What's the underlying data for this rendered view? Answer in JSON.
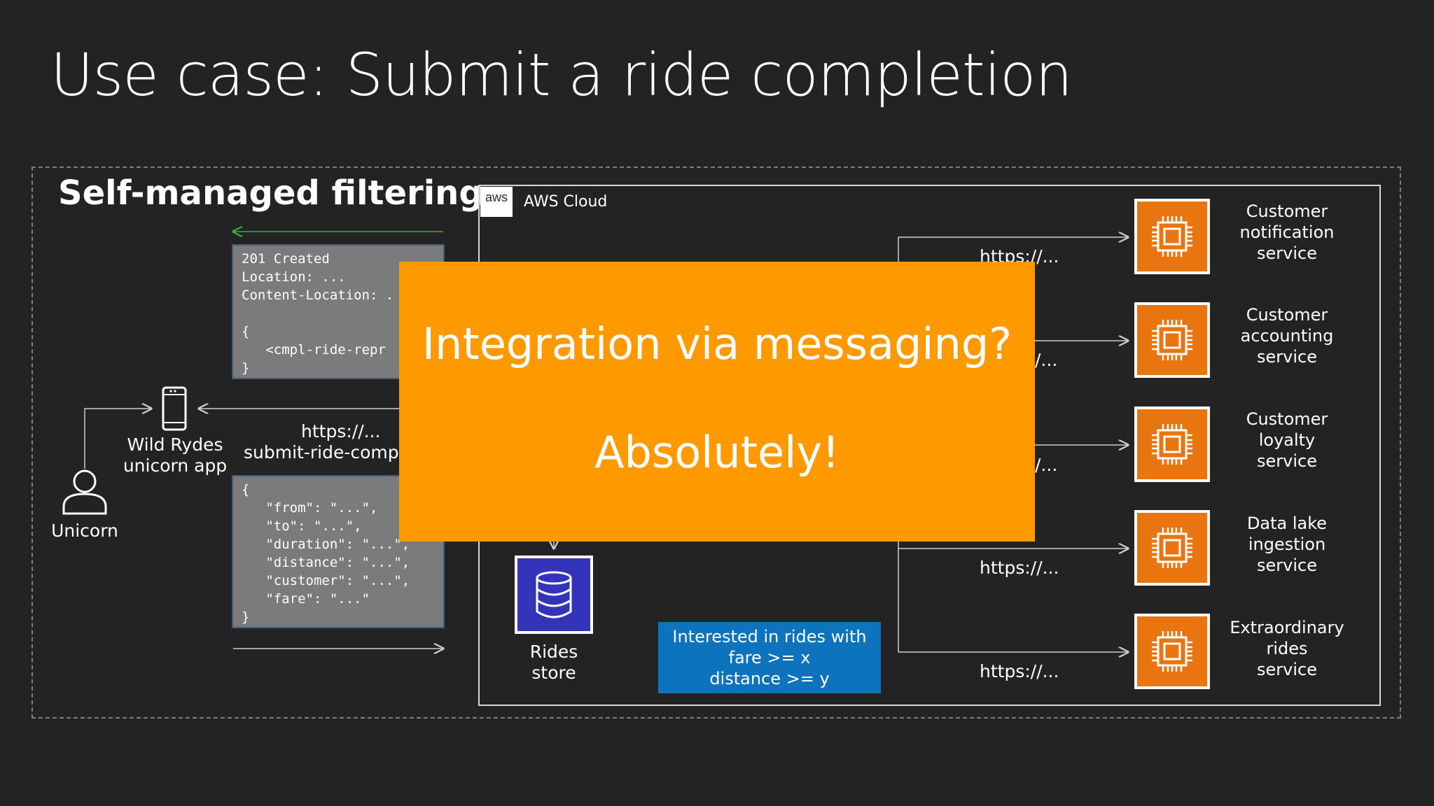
{
  "slide": {
    "title": "Use case: Submit a ride completion",
    "section_title": "Self-managed filtering"
  },
  "aws": {
    "logo_text": "aws",
    "cloud_label": "AWS Cloud"
  },
  "actor": {
    "label": "Unicorn"
  },
  "app": {
    "label_line1": "Wild Rydes",
    "label_line2": "unicorn app"
  },
  "request": {
    "url": "https://...",
    "endpoint": "submit-ride-comple"
  },
  "response_code": {
    "lines": [
      "201 Created",
      "Location: ...",
      "Content-Location: .",
      "",
      "{",
      "   <cmpl-ride-repr",
      "}"
    ]
  },
  "request_code": {
    "lines": [
      "{",
      "   \"from\": \"...\",",
      "   \"to\": \"...\",",
      "   \"duration\": \"...\",",
      "   \"distance\": \"...\",",
      "   \"customer\": \"...\",",
      "   \"fare\": \"...\"",
      "}"
    ]
  },
  "rides_store": {
    "label_line1": "Rides",
    "label_line2": "store"
  },
  "filter": {
    "line1": "Interested in rides with",
    "line2": "fare >= x",
    "line3": "distance >= y"
  },
  "services": [
    {
      "line1": "Customer",
      "line2": "notification",
      "line3": "service",
      "url": "https://..."
    },
    {
      "line1": "Customer",
      "line2": "accounting",
      "line3": "service",
      "url": "/..."
    },
    {
      "line1": "Customer",
      "line2": "loyalty",
      "line3": "service",
      "url": "/..."
    },
    {
      "line1": "Data lake",
      "line2": "ingestion",
      "line3": "service",
      "url": "https://..."
    },
    {
      "line1": "Extraordinary",
      "line2": "rides",
      "line3": "service",
      "url": "https://..."
    }
  ],
  "overlay": {
    "question": "Integration via messaging?",
    "answer": "Absolutely!"
  },
  "colors": {
    "background": "#232323",
    "overlay": "#ff9900",
    "service_icon": "#e8750f",
    "filter_box": "#0c73bc",
    "database_icon": "#3334b9",
    "response_arrow": "#3bb03b"
  }
}
